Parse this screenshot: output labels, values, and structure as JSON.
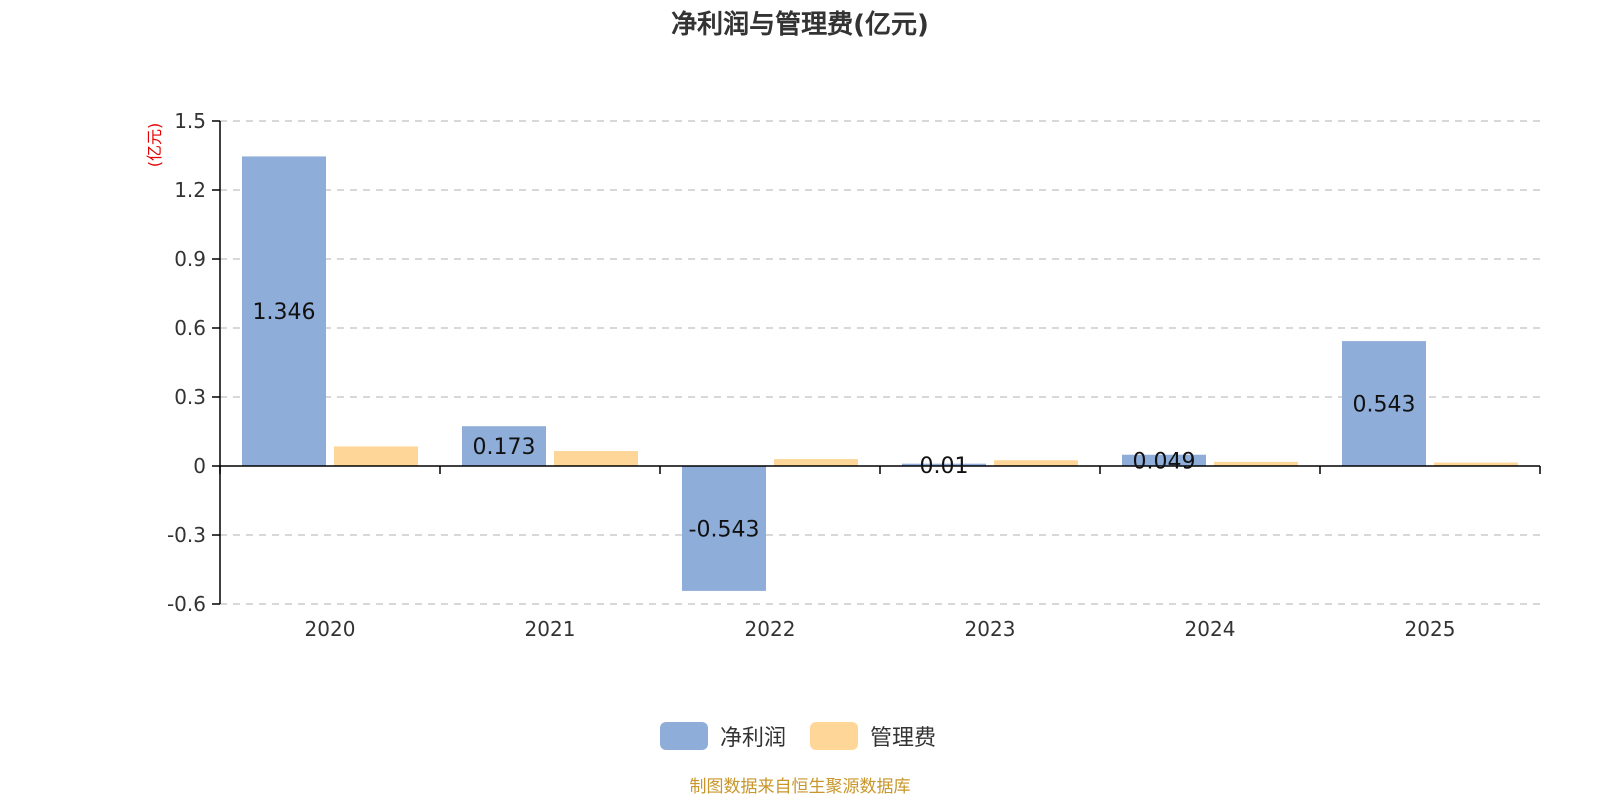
{
  "chart_data": {
    "type": "bar",
    "title": "净利润与管理费(亿元)",
    "ylabel": "(亿元)",
    "xlabel": "",
    "categories": [
      "2020",
      "2021",
      "2022",
      "2023",
      "2024",
      "2025"
    ],
    "ylim": [
      -0.6,
      1.5
    ],
    "yticks": [
      "1.5",
      "1.2",
      "0.9",
      "0.6",
      "0.3",
      "0",
      "-0.3",
      "-0.6"
    ],
    "ytick_values": [
      1.5,
      1.2,
      0.9,
      0.6,
      0.3,
      0,
      -0.3,
      -0.6
    ],
    "grid": true,
    "legend_position": "bottom-center",
    "series": [
      {
        "name": "净利润",
        "color": "#8eadd9",
        "values": [
          1.346,
          0.173,
          -0.543,
          0.01,
          0.049,
          0.543
        ],
        "labels": [
          "1.346",
          "0.173",
          "-0.543",
          "0.01",
          "0.049",
          "0.543"
        ]
      },
      {
        "name": "管理费",
        "color": "#fdd698",
        "values": [
          0.085,
          0.065,
          0.03,
          0.025,
          0.018,
          0.015
        ]
      }
    ]
  },
  "source_note": "制图数据来自恒生聚源数据库"
}
